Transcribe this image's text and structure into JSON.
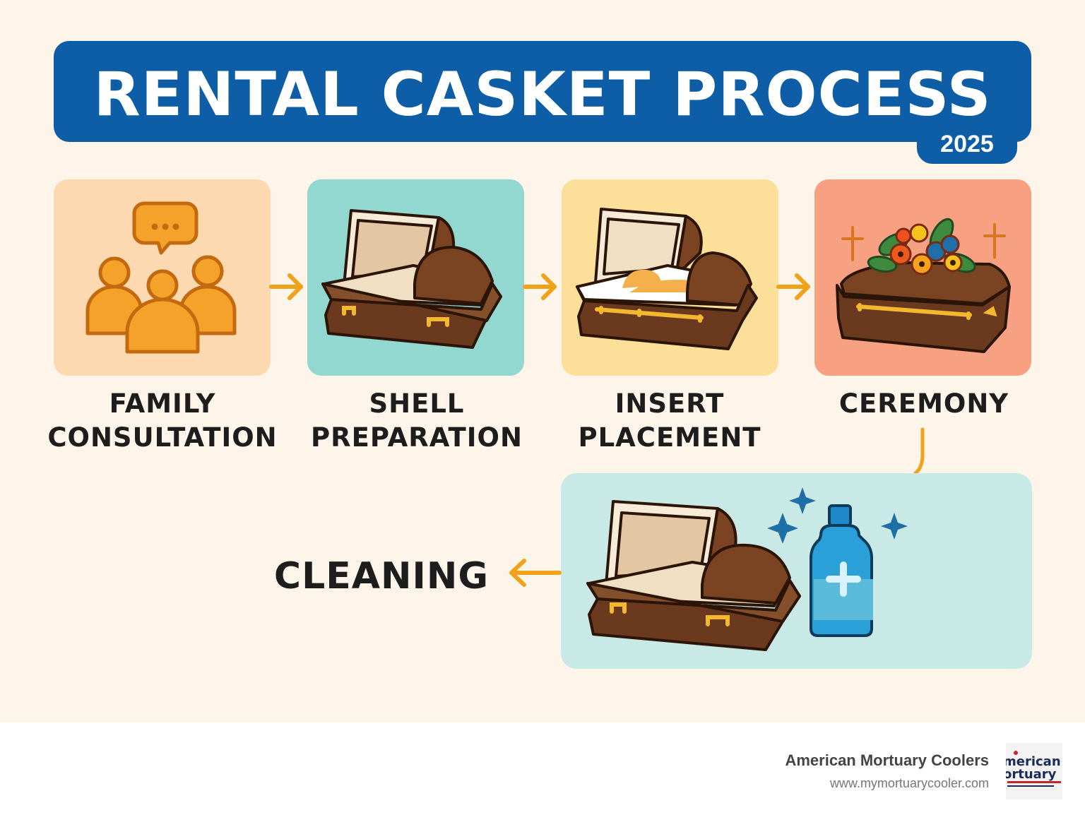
{
  "title": "RENTAL CASKET PROCESS",
  "year": "2025",
  "steps": [
    {
      "line1": "FAMILY",
      "line2": "CONSULTATION",
      "icon": "family-chat-icon",
      "bg": "#fcd9b0"
    },
    {
      "line1": "SHELL",
      "line2": "PREPARATION",
      "icon": "open-casket-icon",
      "bg": "#92d7d0"
    },
    {
      "line1": "INSERT",
      "line2": "PLACEMENT",
      "icon": "casket-with-insert-icon",
      "bg": "#fce09a"
    },
    {
      "line1": "CEREMONY",
      "line2": "",
      "icon": "casket-with-flowers-icon",
      "bg": "#f7a182"
    }
  ],
  "cleaning": {
    "label": "CLEANING",
    "icon": "casket-and-disinfectant-icon",
    "bg": "#c9e9e6"
  },
  "colors": {
    "banner": "#0d5ea6",
    "arrow": "#f0a21a",
    "casket": "#6b3a1e",
    "background": "#fdf5ea"
  },
  "footer": {
    "company": "American Mortuary Coolers",
    "url": "www.mymortuarycooler.com"
  }
}
